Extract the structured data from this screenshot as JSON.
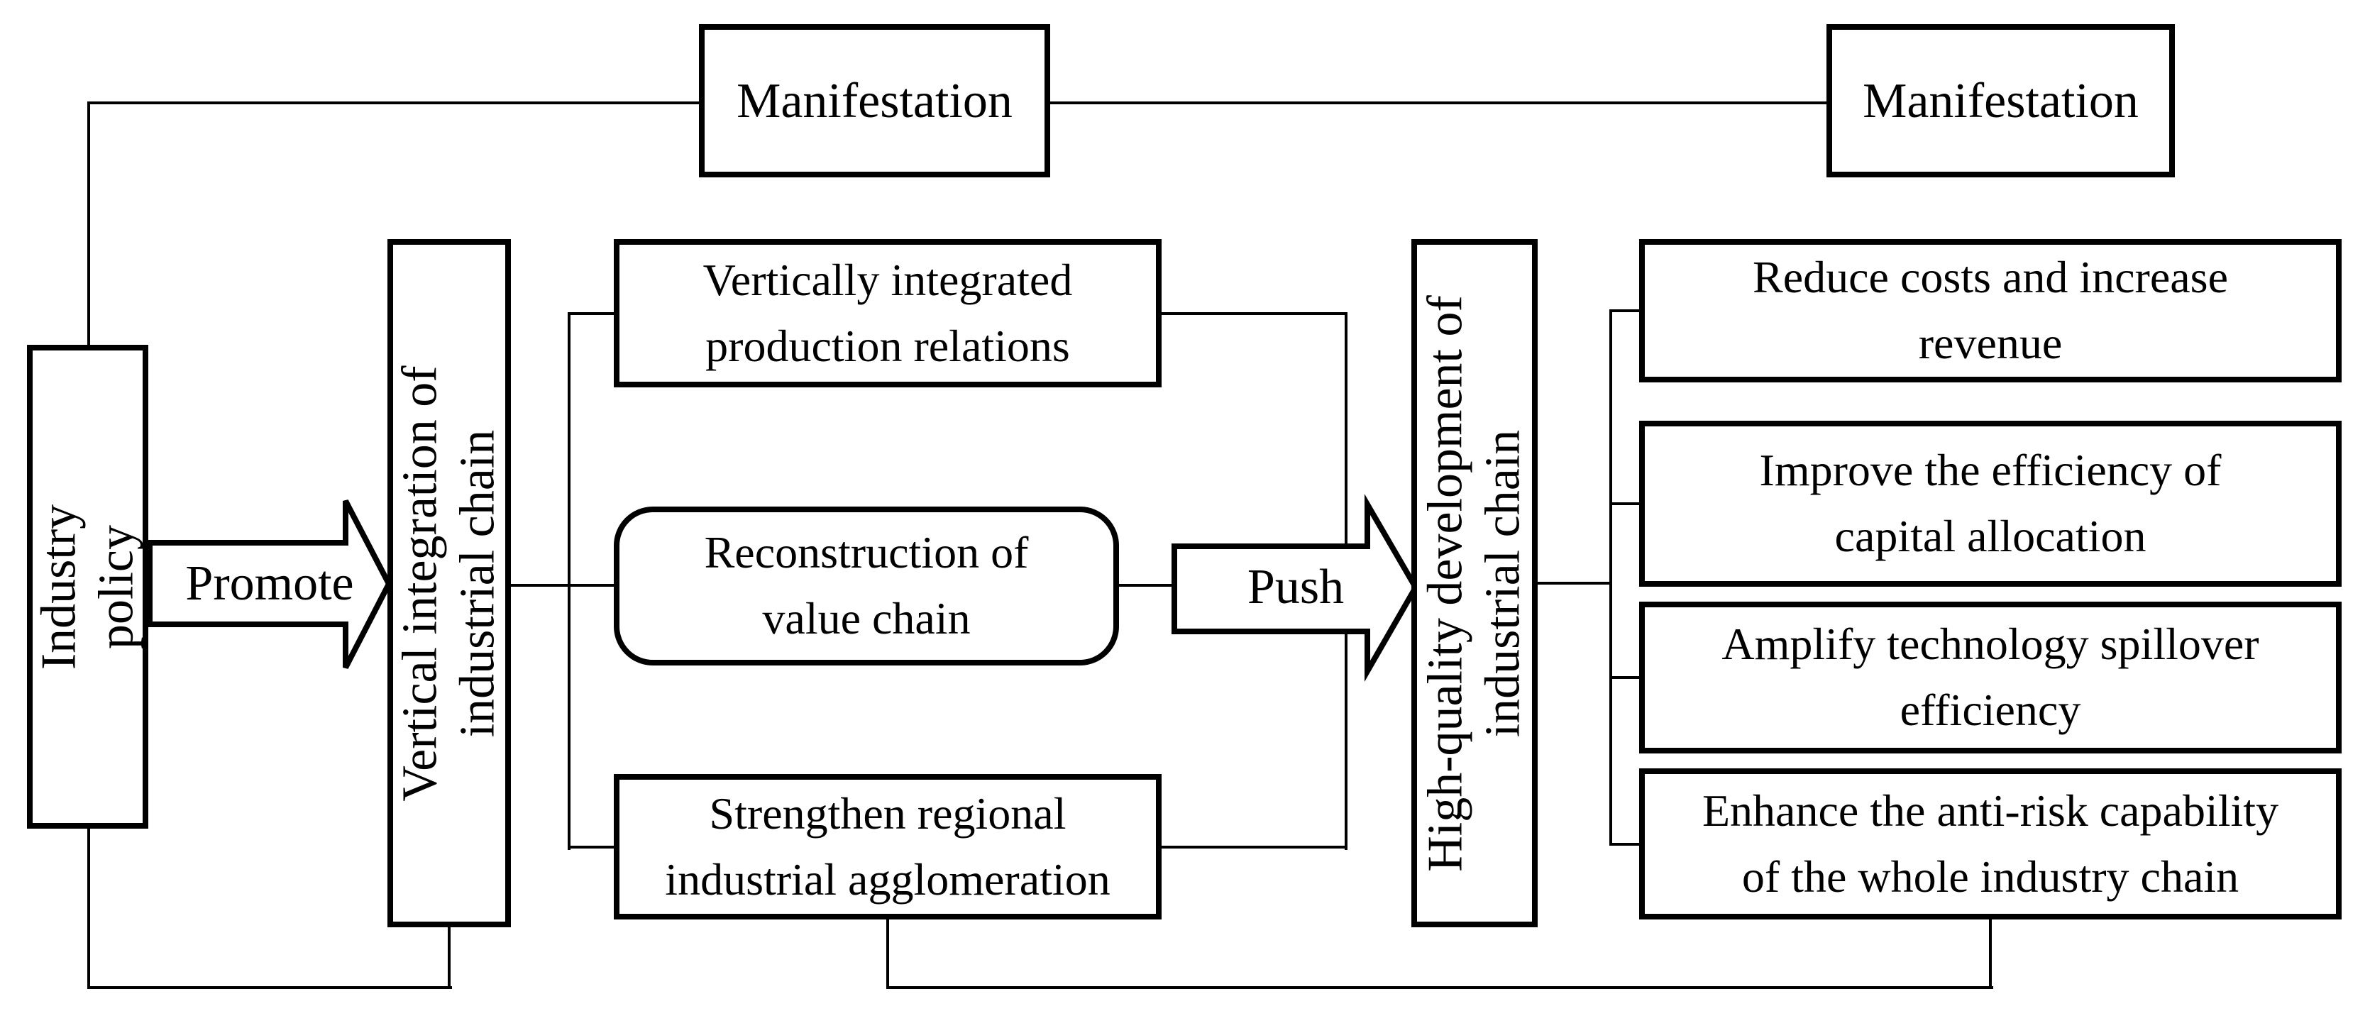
{
  "figure": {
    "background_color": "#ffffff",
    "line_color": "#000000",
    "nodes": {
      "industry_policy": {
        "label": "Industry\npolicy"
      },
      "manifestation_left": {
        "label": "Manifestation"
      },
      "manifestation_right": {
        "label": "Manifestation"
      },
      "vertical_integration": {
        "label": "Vertical integration of\nindustrial chain"
      },
      "production_relations": {
        "label": "Vertically integrated\nproduction relations"
      },
      "value_chain": {
        "label": "Reconstruction of\nvalue chain"
      },
      "agglomeration": {
        "label": "Strengthen regional\nindustrial agglomeration"
      },
      "high_quality": {
        "label": "High-quality development of\nindustrial chain"
      },
      "reduce_costs": {
        "label": "Reduce costs and increase\nrevenue"
      },
      "capital_allocation": {
        "label": "Improve the efficiency of\ncapital allocation"
      },
      "technology_spillover": {
        "label": "Amplify technology spillover\nefficiency"
      },
      "anti_risk": {
        "label": "Enhance the anti-risk capability\nof the whole industry chain"
      }
    },
    "arrows": {
      "promote": {
        "label": "Promote"
      },
      "push": {
        "label": "Push"
      }
    }
  }
}
